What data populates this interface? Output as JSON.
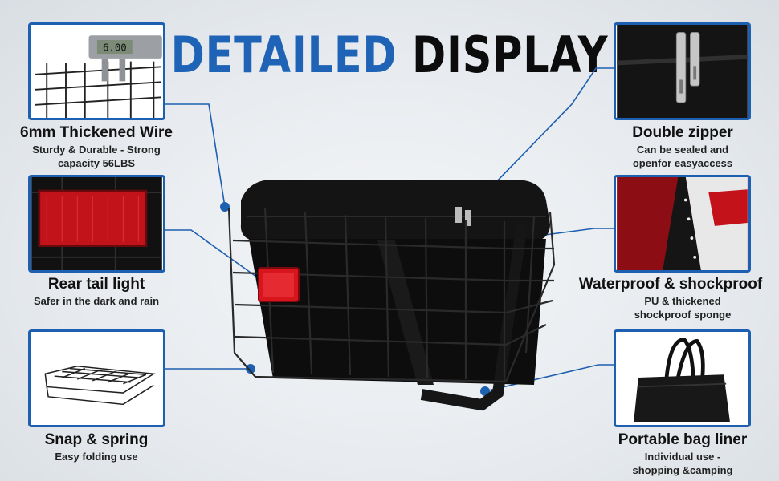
{
  "title": {
    "part1": "DETAILED",
    "part2": "DISPLAY"
  },
  "features": {
    "wire": {
      "title": "6mm Thickened Wire",
      "desc_line1": "Sturdy & Durable - Strong",
      "desc_line2": "capacity 56LBS",
      "caliper_reading": "6.00"
    },
    "taillight": {
      "title": "Rear tail light",
      "desc_line1": "Safer in the dark and rain"
    },
    "folding": {
      "title": "Snap & spring",
      "desc_line1": "Easy folding use"
    },
    "zipper": {
      "title": "Double zipper",
      "desc_line1": "Can be sealed and",
      "desc_line2": "openfor easyaccess"
    },
    "waterproof": {
      "title": "Waterproof & shockproof",
      "desc_line1": "PU & thickened",
      "desc_line2": "shockproof sponge"
    },
    "liner": {
      "title": "Portable bag liner",
      "desc_line1": "Individual use -",
      "desc_line2": "shopping &camping"
    }
  },
  "colors": {
    "accent_blue": "#1e63b5",
    "panel_border": "#1d5fb0",
    "bag": "#111111",
    "reflector": "#d8141c"
  }
}
